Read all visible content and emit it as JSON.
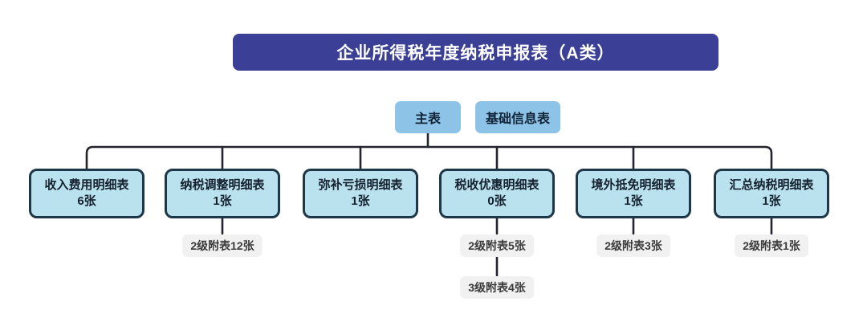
{
  "diagram": {
    "title": "企业所得税年度纳税申报表（A类）",
    "top_nodes": [
      {
        "label": "主表"
      },
      {
        "label": "基础信息表"
      }
    ],
    "branches": [
      {
        "title": "收入费用明细表",
        "count": "6张",
        "sub": []
      },
      {
        "title": "纳税调整明细表",
        "count": "1张",
        "sub": [
          "2级附表12张"
        ]
      },
      {
        "title": "弥补亏损明细表",
        "count": "1张",
        "sub": []
      },
      {
        "title": "税收优惠明细表",
        "count": "0张",
        "sub": [
          "2级附表5张",
          "3级附表4张"
        ]
      },
      {
        "title": "境外抵免明细表",
        "count": "1张",
        "sub": [
          "2级附表3张"
        ]
      },
      {
        "title": "汇总纳税明细表",
        "count": "1张",
        "sub": [
          "2级附表1张"
        ]
      }
    ],
    "colors": {
      "title_bg": "#3b4096",
      "title_text": "#ffffff",
      "node_bg": "#8cc3e6",
      "leaf_bg": "#bae2ee",
      "leaf_border": "#1e3748",
      "connector_line": "#24242e",
      "sublabel_bg": "#f1f1f2",
      "sublabel_text": "#3a3a3a"
    }
  }
}
